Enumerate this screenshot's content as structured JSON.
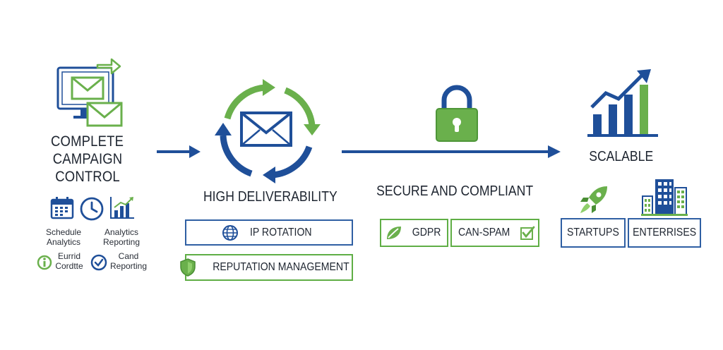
{
  "colors": {
    "blue": "#1f4f99",
    "green": "#6ab04c",
    "dark_text": "#1e2530"
  },
  "section1": {
    "title_lines": [
      "COMPLETE",
      "CAMPAIGN",
      "CONTROL"
    ],
    "features": [
      {
        "icon": "calendar-icon",
        "label_lines": [
          "Schedule",
          "Analytics"
        ]
      },
      {
        "icon": "clock-icon",
        "label_lines": []
      },
      {
        "icon": "analytics-chart-icon",
        "label_lines": [
          "Analytics",
          "Reporting"
        ]
      },
      {
        "icon": "info-circle-icon",
        "label_lines": [
          "Eurrid",
          "Cordtte"
        ]
      },
      {
        "icon": "check-circle-icon",
        "label_lines": [
          "Cand",
          "Reporting"
        ]
      }
    ]
  },
  "section2": {
    "title": "HIGH DELIVERABILITY",
    "items": [
      {
        "icon": "globe-icon",
        "label": "IP ROTATION"
      },
      {
        "icon": "shield-icon",
        "label": "REPUTATION MANAGEMENT"
      }
    ]
  },
  "section3": {
    "title": "SECURE AND COMPLIANT",
    "items": [
      {
        "icon": "leaf-icon",
        "label": "GDPR"
      },
      {
        "icon": "checkbox-icon",
        "label": "CAN-SPAM"
      }
    ]
  },
  "section4": {
    "title": "SCALABLE",
    "items": [
      {
        "icon": "rocket-icon",
        "label": "STARTUPS"
      },
      {
        "icon": "buildings-icon",
        "label": "ENTERRISES"
      }
    ]
  }
}
